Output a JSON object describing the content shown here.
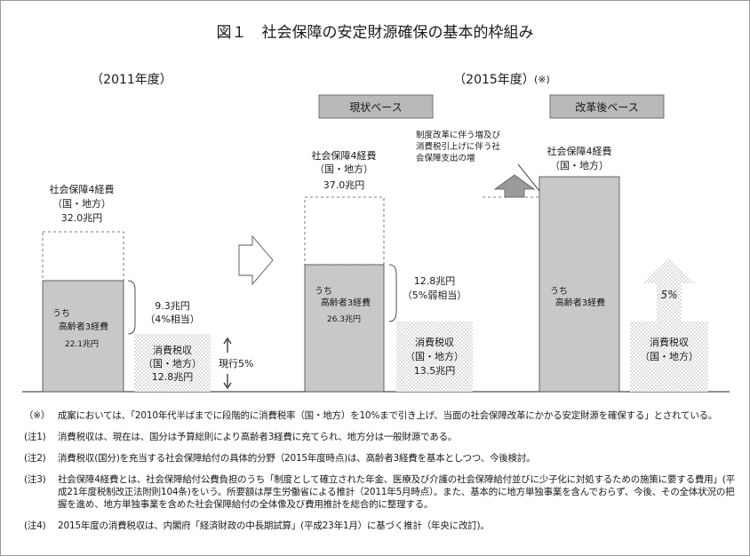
{
  "title": "図１　社会保障の安定財源確保の基本的枠組み",
  "year_2011": "（2011年度）",
  "year_2015": "（2015年度）",
  "year_2015_mark": "(※)",
  "header_current": "現状ベース",
  "header_reform": "改革後ベース",
  "label_4kei_2011": "社会保障4経費",
  "label_kuni_2011": "（国・地方）",
  "value_4kei_2011": "32.0兆円",
  "label_uchi_2011": "うち",
  "label_korei_2011": "高齢者3経費",
  "value_korei_2011": "22.1兆円",
  "gap_value_2011": "9.3兆円",
  "gap_pct_2011": "（4%相当）",
  "tax_label_2011": "消費税収",
  "tax_kuni_2011": "（国・地方）",
  "tax_value_2011": "12.8兆円",
  "current_rate": "現行5%",
  "label_4kei_2015": "社会保障4経費",
  "label_kuni_2015": "（国・地方）",
  "value_4kei_2015": "37.0兆円",
  "label_uchi_2015": "うち",
  "label_korei_2015": "高齢者3経費",
  "value_korei_2015": "26.3兆円",
  "gap_value_2015": "12.8兆円",
  "gap_pct_2015": "（5%弱相当）",
  "tax_label_2015": "消費税収",
  "tax_kuni_2015": "（国・地方）",
  "tax_value_2015": "13.5兆円",
  "annotation_line1": "制度改革に伴う増及び",
  "annotation_line2": "消費税引上げに伴う社",
  "annotation_line3": "会保障支出の増",
  "label_4kei_reform": "社会保障4経費",
  "label_kuni_reform": "（国・地方）",
  "label_uchi_reform": "うち",
  "label_korei_reform": "高齢者3経費",
  "increase_pct": "5%",
  "tax_label_reform": "消費税収",
  "tax_kuni_reform": "（国・地方）",
  "notes": [
    {
      "label": "（※）",
      "text": "成案においては、「2010年代半ばまでに段階的に消費税率（国・地方）を10%まで引き上げ、当面の社会保障改革にかかる安定財源を確保する」とされている。"
    },
    {
      "label": "(注1)",
      "text": "消費税収は、現在は、国分は予算総則により高齢者3経費に充てられ、地方分は一般財源である。"
    },
    {
      "label": "(注2)",
      "text": "消費税収(国分)を充当する社会保障給付の具体的分野（2015年度時点)は、高齢者3経費を基本としつつ、今後検討。"
    },
    {
      "label": "(注3)",
      "text": "社会保障4経費とは、社会保障給付公費負担のうち「制度として確立された年金、医療及び介護の社会保障給付並びに少子化に対処するための施策に要する費用」(平成21年度税制改正法附則104条)をいう。所要額は厚生労働省による推計（2011年5月時点）。また、基本的に地方単独事業を含んでおらず、今後、その全体状況の把握を進め、地方単独事業を含めた社会保障給付の全体像及び費用推計を総合的に整理する。"
    },
    {
      "label": "(注4)",
      "text": "2015年度の消費税収は、内閣府「経済財政の中長期試算」(平成23年1月）に基づく推計（年央に改訂)。"
    }
  ]
}
